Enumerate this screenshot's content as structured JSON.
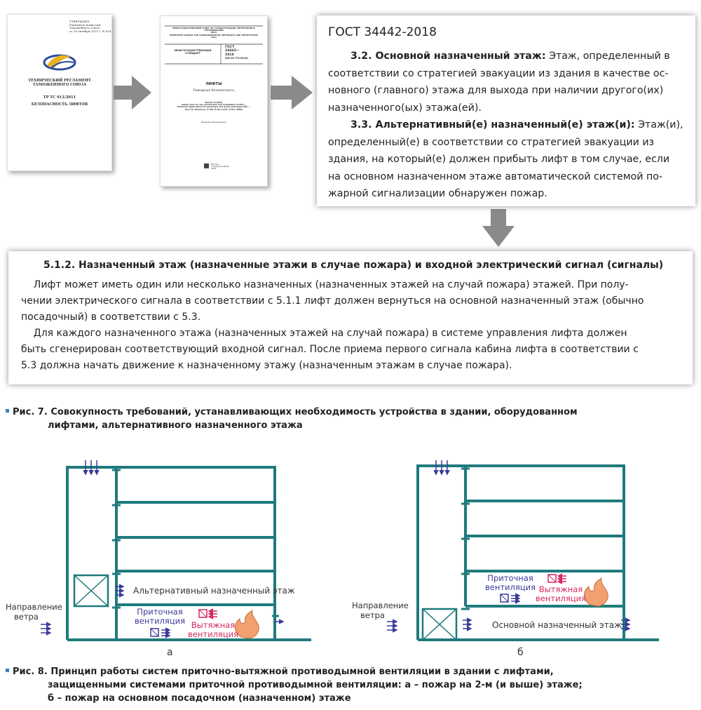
{
  "doc1": {
    "approve_lines": [
      "УТВЕРЖДЕН",
      "Решением Комиссии",
      "Таможенного союза",
      "от 18 октября 2011 г. № 824"
    ],
    "title_lines": [
      "ТЕХНИЧЕСКИЙ РЕГЛАМЕНТ",
      "ТАМОЖЕННОГО СОЮЗА"
    ],
    "code": "ТР ТС 011/2011",
    "subject": "БЕЗОПАСНОСТЬ ЛИФТОВ"
  },
  "doc2": {
    "council": [
      "МЕЖГОСУДАРСТВЕННЫЙ СОВЕТ ПО СТАНДАРТИЗАЦИИ, МЕТРОЛОГИИ И СЕРТИФИКАЦИИ",
      "(МГС)",
      "INTERSTATE COUNCIL FOR STANDARDIZATION, METROLOGY AND CERTIFICATION",
      "(ISC)"
    ],
    "kind": [
      "МЕЖГОСУДАРСТВЕННЫЙ",
      "СТАНДАРТ"
    ],
    "number": [
      "ГОСТ",
      "34442—",
      "2018",
      "(EN 81-73:2016)"
    ],
    "title": "ЛИФТЫ",
    "subtitle": "Пожарная безопасность",
    "en_lines": [
      "(EN 81-73:2016,",
      "Safety rules for the construction and installation of lifts —",
      "Particular applications for passenger and goods passenger lifts —",
      "Part 73: Behaviour of lifts in the event of fire, MOD)"
    ],
    "edition": "Издание официальное",
    "publisher": [
      "Москва",
      "Стандартинформ",
      "2018"
    ]
  },
  "gost": {
    "title": "ГОСТ 34442-2018",
    "p1_lines": [
      {
        "bold": "3.2.  Основной назначенный этаж:",
        "text": " Этаж, определенный в"
      },
      {
        "bold": "",
        "text": "соответствии со стратегией эвакуации из здания в качестве ос-"
      },
      {
        "bold": "",
        "text": "новного (главного) этажа для выхода при наличии другого(их)"
      },
      {
        "bold": "",
        "text": "назначенного(ых) этажа(ей)."
      }
    ],
    "p2_lines": [
      {
        "bold": "3.3. Альтернативный(е) назначенный(е) этаж(и):",
        "text": " Этаж(и),"
      },
      {
        "bold": "",
        "text": "определенный(е) в соответствии со стратегией эвакуации из"
      },
      {
        "bold": "",
        "text": "здания, на который(е) должен прибыть лифт в том случае, если"
      },
      {
        "bold": "",
        "text": "на основном назначенном этаже автоматической системой по-"
      },
      {
        "bold": "",
        "text": "жарной сигнализации обнаружен пожар."
      }
    ]
  },
  "requirement": {
    "heading": "5.1.2.  Назначенный этаж (назначенные этажи в случае пожара) и входной электрический сигнал (сигналы)",
    "lines": [
      "    Лифт может иметь один или несколько назначенных (назначенных этажей на случай пожара) этажей. При полу-",
      "чении электрического сигнала в соответствии с 5.1.1 лифт должен вернуться на основной назначенный этаж (обычно",
      "посадочный) в соответствии с 5.3.",
      "    Для каждого назначенного этажа (назначенных этажей на случай пожара) в системе управления лифта должен",
      "быть сгенерирован соответствующий входной сигнал. После приема первого сигнала кабина лифта в соответствии с",
      "5.3 должна начать движение к назначенному этажу (назначенным этажам в случае пожара)."
    ]
  },
  "caption7": {
    "line1": "Рис. 7. Совокупность требований, устанавливающих необходимость устройства в здании, оборудованном",
    "line2": "лифтами, альтернативного назначенного этажа"
  },
  "diagram_a": {
    "wind_label": [
      "Направление",
      "ветра"
    ],
    "alt_floor": "Альтернативный назначенный этаж",
    "supply": [
      "Приточная",
      "вентиляция"
    ],
    "exhaust": [
      "Вытяжная",
      "вентиляция"
    ],
    "letter": "а"
  },
  "diagram_b": {
    "wind_label": [
      "Направление",
      "ветра"
    ],
    "main_floor": "Основной назначенный этаж",
    "supply": [
      "Приточная",
      "вентиляция"
    ],
    "exhaust": [
      "Вытяжная",
      "вентиляция"
    ],
    "letter": "б"
  },
  "caption8": {
    "line1": "Рис. 8. Принцип работы систем приточно-вытяжной противодымной вентиляции в здании с лифтами,",
    "line2": "защищенными системами приточной противодымной вентиляции: а – пожар на 2-м (и выше) этаже;",
    "line3": "б – пожар на основном посадочном (назначенном) этаже"
  },
  "colors": {
    "wall": "#1f7a7c",
    "supply": "#3b3a9a",
    "exhaust": "#d4295d",
    "fire": "#f3a070",
    "arrow": "#8a8a8a",
    "bullet": "#3a7fc4"
  }
}
